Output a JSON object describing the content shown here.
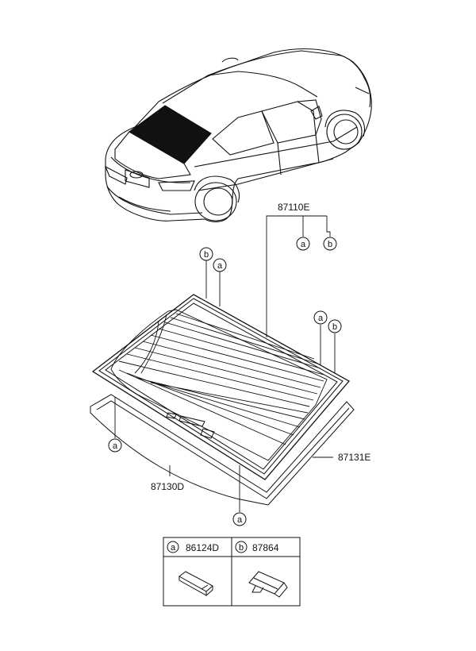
{
  "callouts": {
    "a": "a",
    "b": "b"
  },
  "parts": {
    "assembly": "87110E",
    "glass": "87130D",
    "dam": "87131E"
  },
  "legend": {
    "items": [
      {
        "key": "a",
        "part": "86124D",
        "icon": "fastener-clip-icon"
      },
      {
        "key": "b",
        "part": "87864",
        "icon": "molding-clip-icon"
      }
    ]
  }
}
